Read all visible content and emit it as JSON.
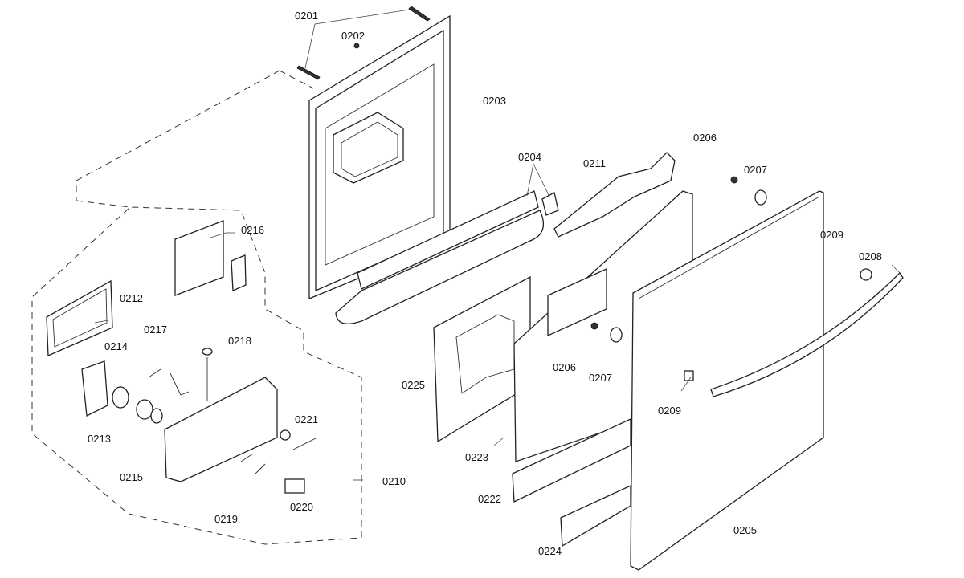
{
  "diagram": {
    "title": "",
    "labels": {
      "p0201": "0201",
      "p0202": "0202",
      "p0203": "0203",
      "p0204": "0204",
      "p0205": "0205",
      "p0206a": "0206",
      "p0206b": "0206",
      "p0207a": "0207",
      "p0207b": "0207",
      "p0208": "0208",
      "p0209a": "0209",
      "p0209b": "0209",
      "p0210": "0210",
      "p0211": "0211",
      "p0212": "0212",
      "p0213": "0213",
      "p0214": "0214",
      "p0215": "0215",
      "p0216": "0216",
      "p0217": "0217",
      "p0218": "0218",
      "p0219": "0219",
      "p0220": "0220",
      "p0221": "0221",
      "p0222": "0222",
      "p0223": "0223",
      "p0224": "0224",
      "p0225": "0225"
    }
  }
}
